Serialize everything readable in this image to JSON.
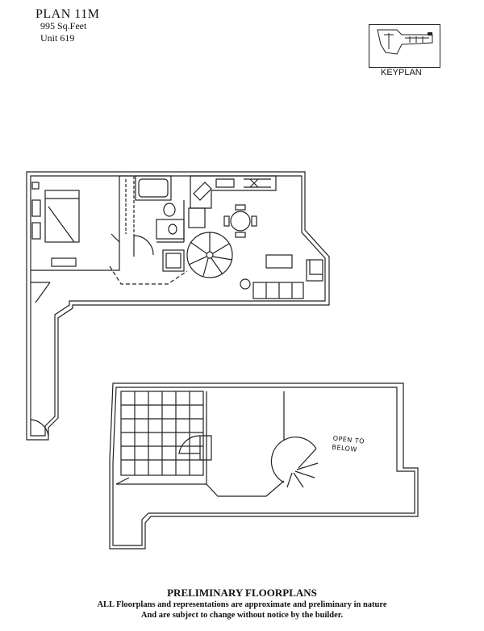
{
  "header": {
    "plan_name": "PLAN 11M",
    "area": "995 Sq.Feet",
    "unit": "Unit 619"
  },
  "keyplan": {
    "label": "KEYPLAN"
  },
  "plan_labels": {
    "open_to_below": "OPEN TO BELOW"
  },
  "footer": {
    "heading": "PRELIMINARY FLOORPLANS",
    "line1": "ALL Floorplans and representations are approximate and preliminary in nature",
    "line2": "And are subject to change without notice by the builder."
  }
}
